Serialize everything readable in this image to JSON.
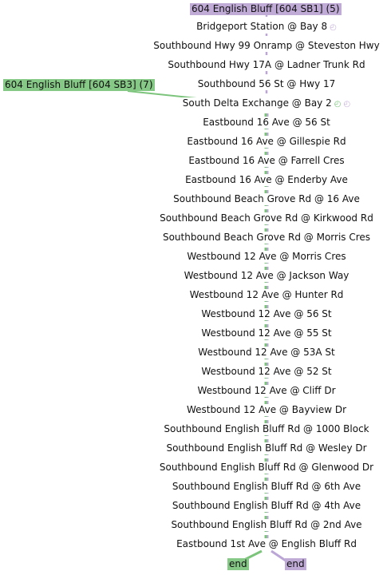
{
  "routes": {
    "sb1": {
      "label": "604 English Bluff [604 SB1] (5)",
      "color": "#bba6d6"
    },
    "sb3": {
      "label": "604 English Bluff [604 SB3] (7)",
      "color": "#7cc47c"
    }
  },
  "stops": [
    "Bridgeport Station @ Bay 8",
    "Southbound Hwy 99 Onramp @ Steveston Hwy",
    "Southbound Hwy 17A @ Ladner Trunk Rd",
    "Southbound 56 St @ Hwy 17",
    "South Delta Exchange @ Bay 2",
    "Eastbound 16 Ave @ 56 St",
    "Eastbound 16 Ave @ Gillespie Rd",
    "Eastbound 16 Ave @ Farrell Cres",
    "Eastbound 16 Ave @ Enderby Ave",
    "Southbound Beach Grove Rd @ 16 Ave",
    "Southbound Beach Grove Rd @ Kirkwood Rd",
    "Southbound Beach Grove Rd @ Morris Cres",
    "Westbound 12 Ave @ Morris Cres",
    "Westbound 12 Ave @ Jackson Way",
    "Westbound 12 Ave @ Hunter Rd",
    "Westbound 12 Ave @ 56 St",
    "Westbound 12 Ave @ 55 St",
    "Westbound 12 Ave @ 53A St",
    "Westbound 12 Ave @ 52 St",
    "Westbound 12 Ave @ Cliff Dr",
    "Westbound 12 Ave @ Bayview Dr",
    "Southbound English Bluff Rd @ 1000 Block",
    "Southbound English Bluff Rd @ Wesley Dr",
    "Southbound English Bluff Rd @ Glenwood Dr",
    "Southbound English Bluff Rd @ 6th Ave",
    "Southbound English Bluff Rd @ 4th Ave",
    "Southbound English Bluff Rd @ 2nd Ave",
    "Eastbound 1st Ave @ English Bluff Rd"
  ],
  "ends": {
    "green": "end",
    "purple": "end"
  },
  "icons": {
    "timing_point": "clock-icon"
  }
}
